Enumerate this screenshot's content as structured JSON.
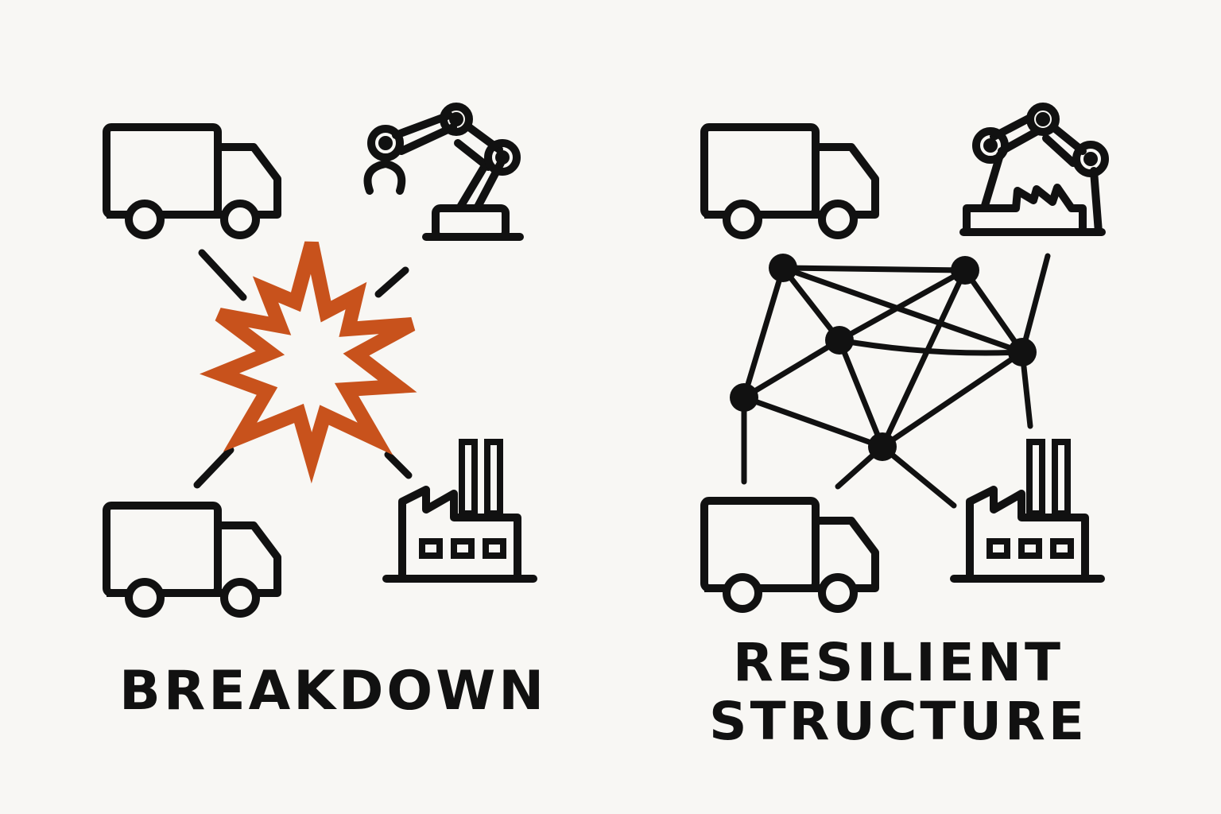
{
  "left_panel": {
    "caption": "BREAKDOWN"
  },
  "right_panel": {
    "caption_line1": "RESILIENT",
    "caption_line2": "STRUCTURE"
  },
  "colors": {
    "ink": "#111111",
    "explosion": "#c8521c",
    "background": "#f8f7f4"
  },
  "icons": [
    "truck-icon",
    "robot-arm-icon",
    "factory-icon",
    "explosion-icon",
    "network-node-icon"
  ]
}
